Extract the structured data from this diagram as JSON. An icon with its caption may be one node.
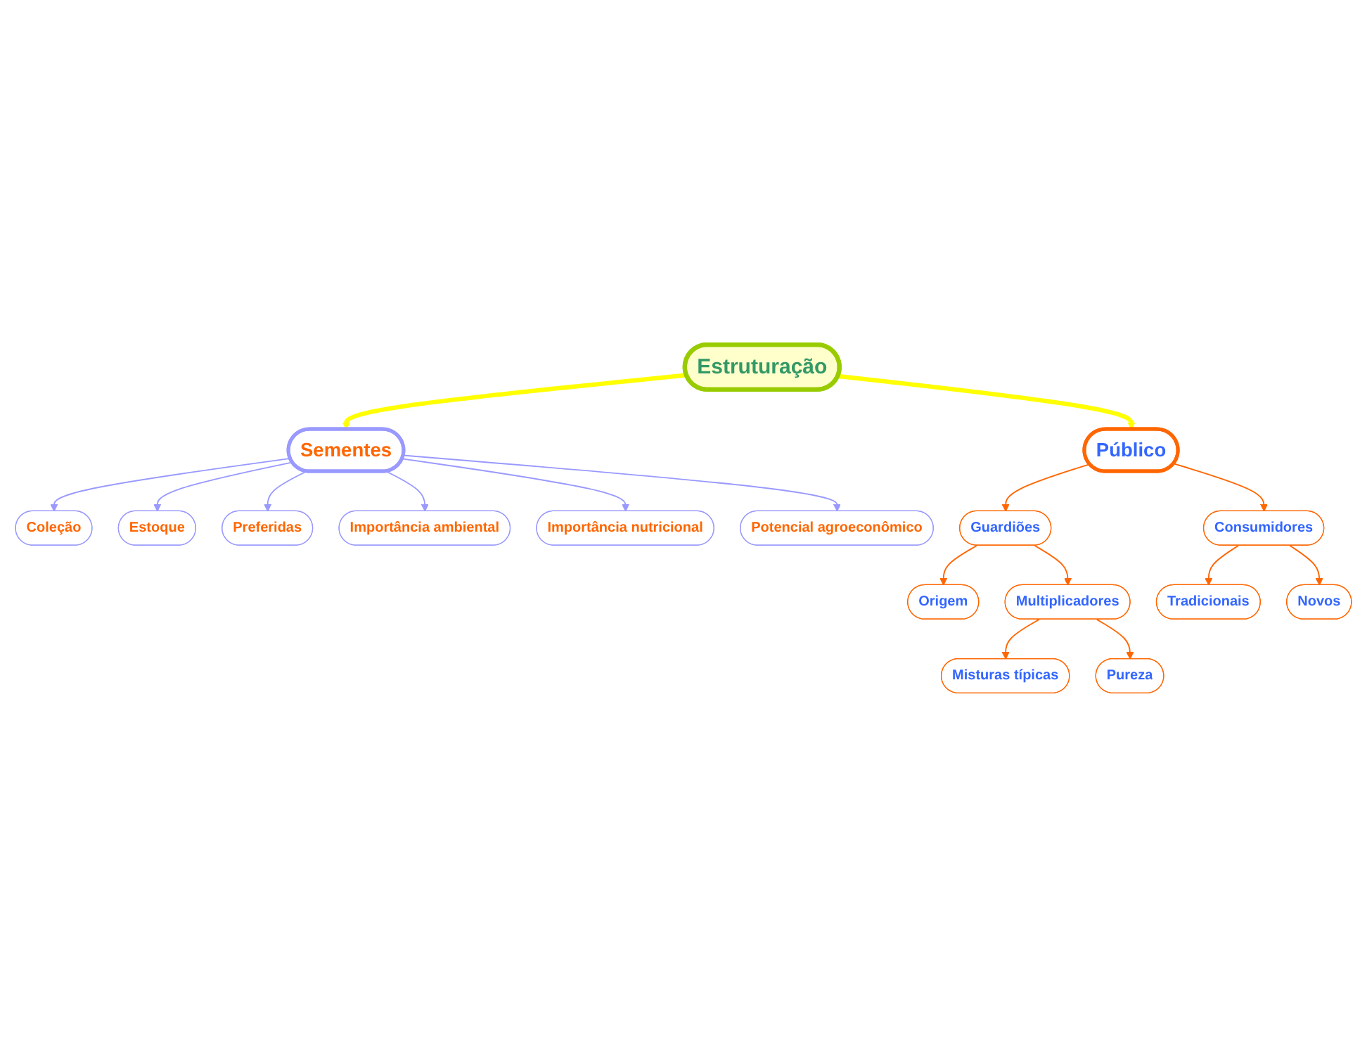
{
  "diagram": {
    "nodes": [
      {
        "text": [
          "Estruturação"
        ]
      },
      {
        "text": [
          "Sementes"
        ]
      },
      {
        "text": [
          "Coleção"
        ]
      },
      {
        "text": [
          "Estoque"
        ]
      },
      {
        "text": [
          "Preferidas"
        ]
      },
      {
        "text": [
          "Importância ambiental"
        ]
      },
      {
        "text": [
          "Importância nutricional"
        ]
      },
      {
        "text": [
          "Potencial agroeconômico"
        ]
      },
      {
        "text": [
          "Público"
        ]
      },
      {
        "text": [
          "Guardiões"
        ]
      },
      {
        "text": [
          "Consumidores"
        ]
      },
      {
        "text": [
          "Origem"
        ]
      },
      {
        "text": [
          "Multiplicadores"
        ]
      },
      {
        "text": [
          "Misturas típicas"
        ]
      },
      {
        "text": [
          "Pureza"
        ]
      },
      {
        "text": [
          "Tradicionais"
        ]
      },
      {
        "text": [
          "Novos"
        ]
      }
    ],
    "edges": [
      {
        "from": 0,
        "to": 1,
        "arrow": "to",
        "style": "thick",
        "color": "#ffff00"
      },
      {
        "from": 1,
        "to": 2,
        "arrow": "to",
        "color": "#9999ff"
      },
      {
        "from": 1,
        "to": 3,
        "arrow": "to",
        "color": "#9999ff"
      },
      {
        "from": 1,
        "to": 4,
        "arrow": "to",
        "color": "#9999ff"
      },
      {
        "from": 1,
        "to": 5,
        "arrow": "to",
        "color": "#9999ff"
      },
      {
        "from": 1,
        "to": 6,
        "arrow": "to",
        "color": "#9999ff"
      },
      {
        "from": 1,
        "to": 7,
        "arrow": "to",
        "color": "#9999ff"
      },
      {
        "from": 0,
        "to": 8,
        "arrow": "to",
        "style": "thick",
        "color": "#ffff00"
      },
      {
        "from": 8,
        "to": 9,
        "arrow": "to"
      },
      {
        "from": 8,
        "to": 10,
        "arrow": "to"
      },
      {
        "from": 9,
        "to": 11,
        "arrow": "to"
      },
      {
        "from": 9,
        "to": 12,
        "arrow": "to"
      },
      {
        "from": 12,
        "to": 13,
        "arrow": "to"
      },
      {
        "from": 12,
        "to": 14,
        "arrow": "to"
      },
      {
        "from": 10,
        "to": 15,
        "arrow": "to"
      },
      {
        "from": 10,
        "to": 16,
        "arrow": "to"
      }
    ]
  }
}
